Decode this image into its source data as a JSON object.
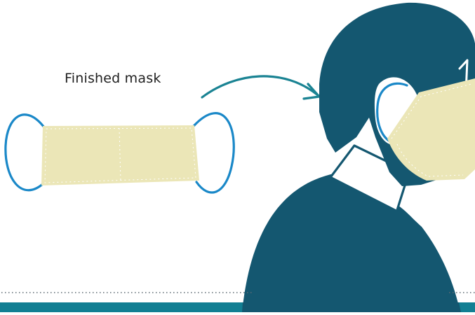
{
  "caption": "Finished mask",
  "colors": {
    "background": "#ffffff",
    "head_navy": "#145770",
    "mask_fabric": "#ebe6b7",
    "ear_loop_blue": "#1a88c8",
    "arrow_teal": "#1a8393",
    "footer_band": "#127f93",
    "dotted_divider": "#5e6a72"
  },
  "icons": [
    "flat-mask-illustration",
    "curved-arrow",
    "person-wearing-mask-illustration"
  ]
}
